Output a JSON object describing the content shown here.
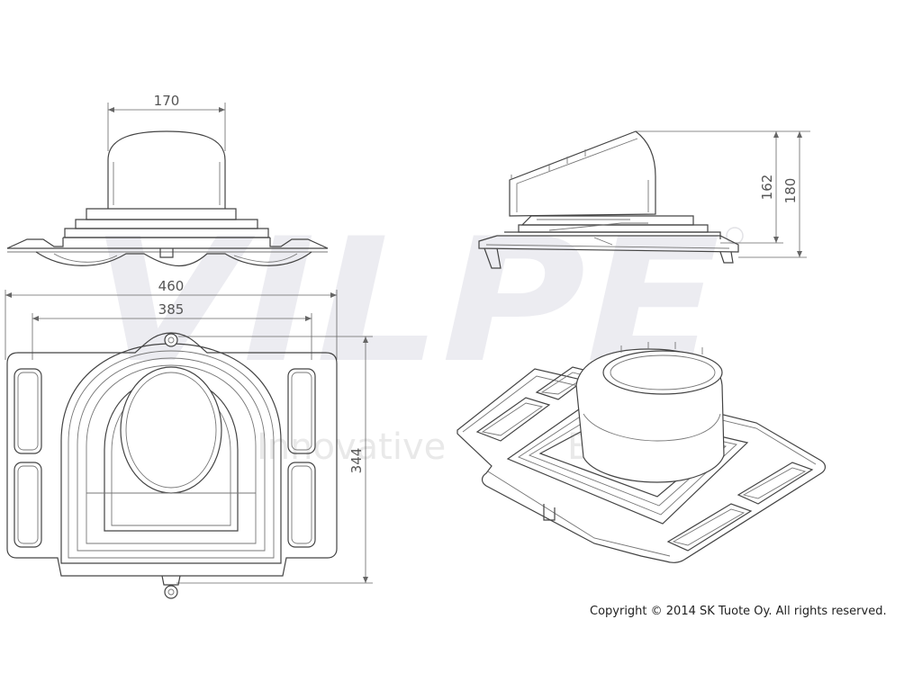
{
  "watermark": {
    "logo_text": "VILPE",
    "tagline_left": "Innovative",
    "tagline_right": "Easy"
  },
  "dimensions": {
    "top_view_width": "170",
    "plan_outer_width": "460",
    "plan_inner_width": "385",
    "plan_depth": "344",
    "side_height_inner": "162",
    "side_height_outer": "180"
  },
  "copyright": "Copyright © 2014 SK Tuote Oy. All rights reserved.",
  "colors": {
    "line": "#444444",
    "dimension": "#555555",
    "watermark": "#e8e8ee"
  }
}
